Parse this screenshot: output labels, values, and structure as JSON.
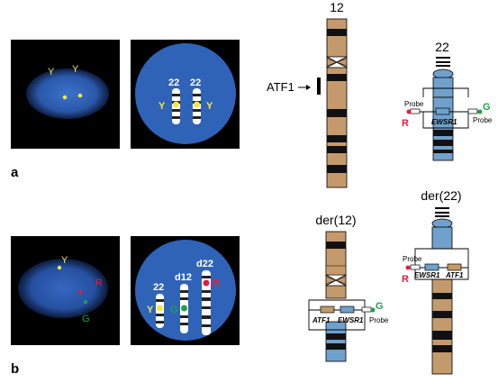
{
  "panels": {
    "a_label": "a",
    "b_label": "b"
  },
  "panel_a": {
    "cell_labels": [
      "Y",
      "Y"
    ],
    "metaphase": {
      "chr_labels": [
        "22",
        "22"
      ],
      "signal_labels": [
        "Y",
        "Y"
      ]
    }
  },
  "panel_b": {
    "cell_labels": {
      "yellow": "Y",
      "red": "R",
      "green": "G"
    },
    "metaphase": {
      "chr_labels": [
        "22",
        "d12",
        "d22"
      ],
      "signal_labels": {
        "yellow": "Y",
        "green": "G",
        "red": "R"
      }
    }
  },
  "ideograms": {
    "chr12": {
      "title": "12",
      "gene_label": "ATF1"
    },
    "chr22": {
      "title": "22",
      "probe_left": "Probe",
      "probe_right": "Probe",
      "gene": "EWSR1",
      "red_label": "R",
      "green_label": "G"
    },
    "der12": {
      "title": "der(12)",
      "genes": [
        "ATF1",
        "EWSR1"
      ],
      "probe_label": "Probe",
      "green_label": "G"
    },
    "der22": {
      "title": "der(22)",
      "genes": [
        "EWSR1",
        "ATF1"
      ],
      "probe_label": "Probe",
      "red_label": "R"
    }
  },
  "colors": {
    "nucleus": "#2f63b8",
    "background": "#000000",
    "band_tan": "#c49a6c",
    "band_blue": "#6fa1cc",
    "yellow_signal": "#f2e640",
    "red_signal": "#e0203c",
    "green_signal": "#1fa04a"
  }
}
